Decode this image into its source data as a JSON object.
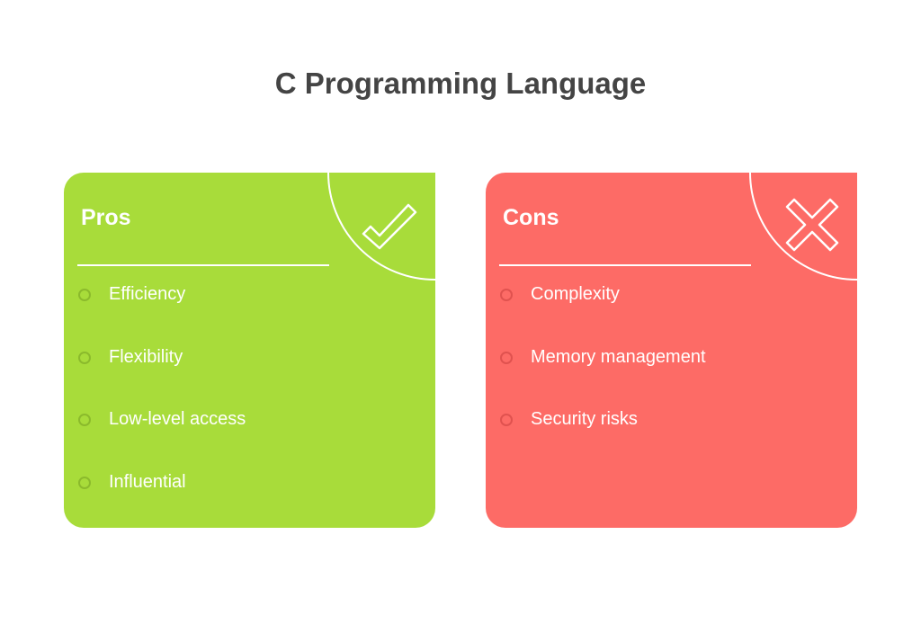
{
  "title": "C Programming Language",
  "colors": {
    "pros": "#a8dc3a",
    "cons": "#fd6b66",
    "title": "#444444"
  },
  "pros": {
    "heading": "Pros",
    "icon": "check-icon",
    "items": [
      "Efficiency",
      "Flexibility",
      "Low-level access",
      "Influential"
    ]
  },
  "cons": {
    "heading": "Cons",
    "icon": "x-icon",
    "items": [
      "Complexity",
      "Memory management",
      "Security risks"
    ]
  }
}
